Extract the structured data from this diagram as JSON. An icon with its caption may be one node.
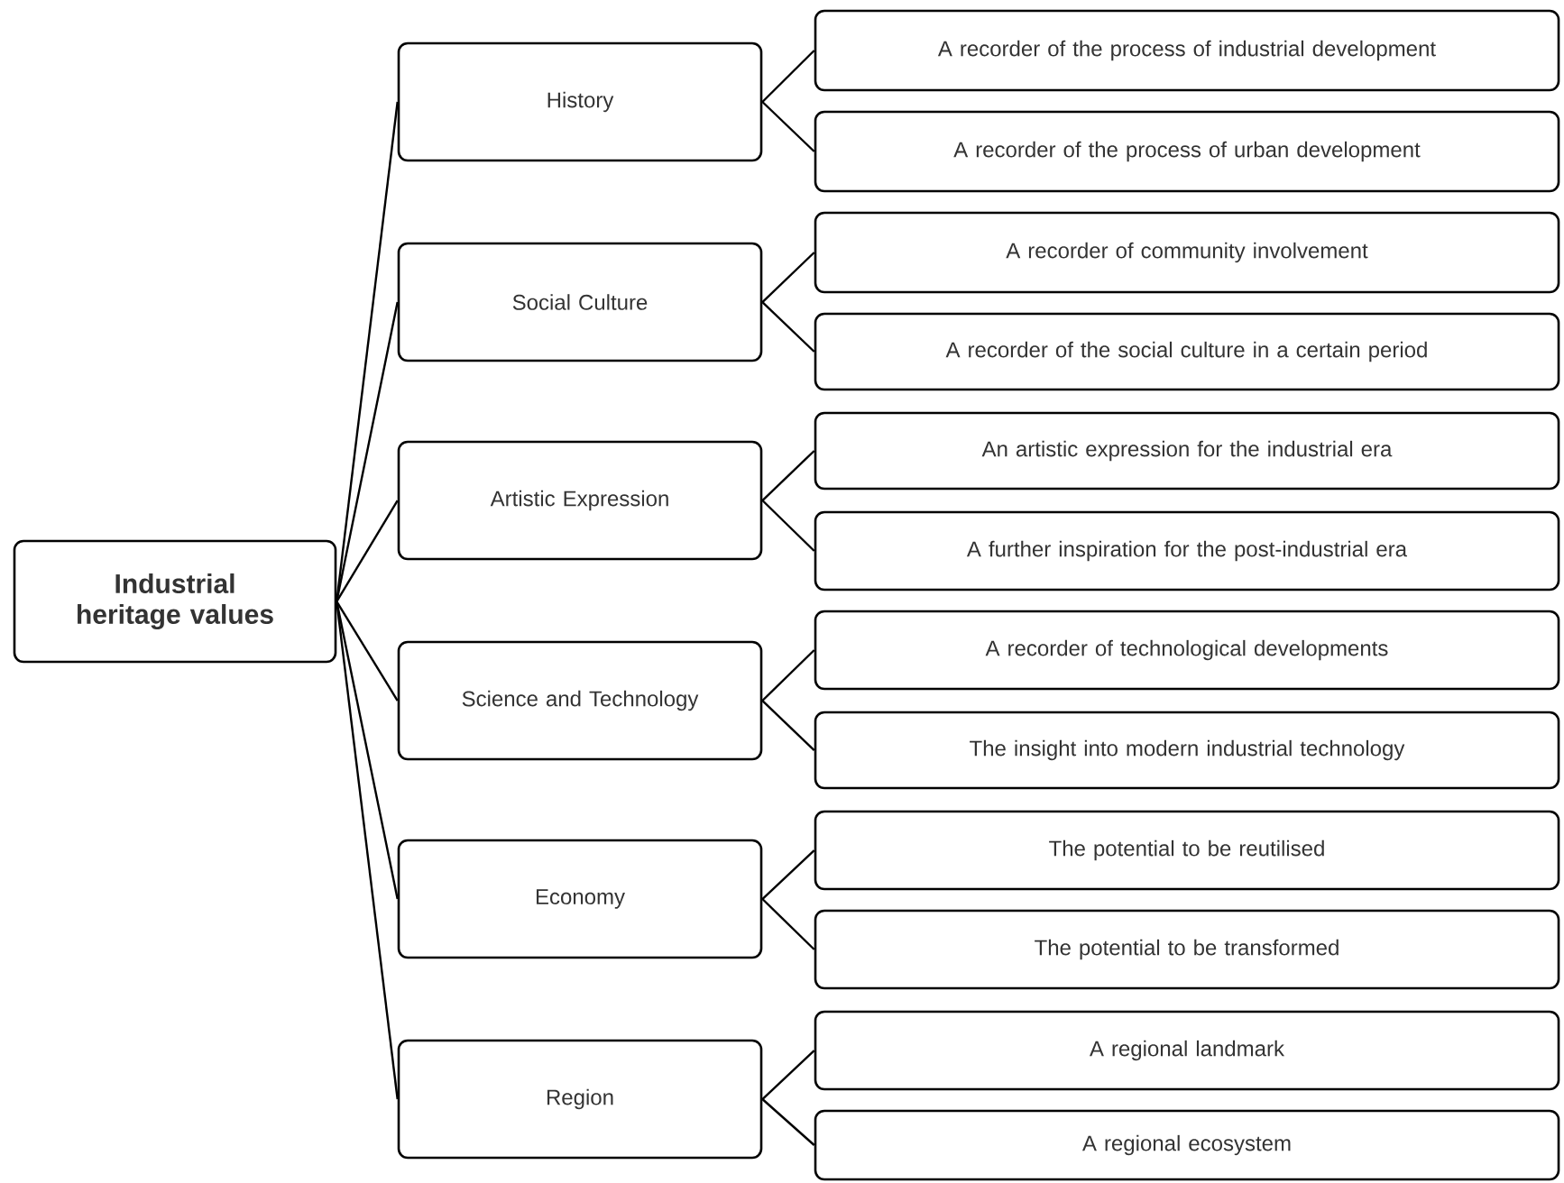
{
  "diagram": {
    "nodes": [
      {
        "text": [
          "Industrial heritage values"
        ]
      },
      {
        "text": [
          "History"
        ]
      },
      {
        "text": [
          "A recorder of the process of industrial development"
        ]
      },
      {
        "text": [
          "A recorder of the process of urban development"
        ]
      },
      {
        "text": [
          "Social Culture"
        ]
      },
      {
        "text": [
          "A recorder of community involvement"
        ]
      },
      {
        "text": [
          "A recorder of the social culture in a certain period"
        ]
      },
      {
        "text": [
          "Artistic Expression"
        ]
      },
      {
        "text": [
          "An artistic expression for the industrial era"
        ]
      },
      {
        "text": [
          "A further inspiration for the post-industrial era"
        ]
      },
      {
        "text": [
          "Science and Technology"
        ]
      },
      {
        "text": [
          "A recorder of technological developments"
        ]
      },
      {
        "text": [
          "The insight into modern industrial technology"
        ]
      },
      {
        "text": [
          "Economy"
        ]
      },
      {
        "text": [
          "The potential to be reutilised"
        ]
      },
      {
        "text": [
          "The potential to be transformed"
        ]
      },
      {
        "text": [
          "Region"
        ]
      },
      {
        "text": [
          "A regional landmark"
        ]
      },
      {
        "text": [
          "A regional ecosystem"
        ]
      }
    ],
    "edges": [
      {
        "from": 0,
        "to": 1,
        "arrow": "none"
      },
      {
        "from": 0,
        "to": 4,
        "arrow": "none"
      },
      {
        "from": 0,
        "to": 7,
        "arrow": "none"
      },
      {
        "from": 0,
        "to": 10,
        "arrow": "none"
      },
      {
        "from": 0,
        "to": 13,
        "arrow": "none"
      },
      {
        "from": 0,
        "to": 16,
        "arrow": "none"
      },
      {
        "from": 1,
        "to": 2,
        "arrow": "none"
      },
      {
        "from": 1,
        "to": 3,
        "arrow": "none"
      },
      {
        "from": 4,
        "to": 5,
        "arrow": "none"
      },
      {
        "from": 4,
        "to": 6,
        "arrow": "none"
      },
      {
        "from": 7,
        "to": 8,
        "arrow": "none"
      },
      {
        "from": 7,
        "to": 9,
        "arrow": "none"
      },
      {
        "from": 10,
        "to": 11,
        "arrow": "none"
      },
      {
        "from": 10,
        "to": 12,
        "arrow": "none"
      },
      {
        "from": 13,
        "to": 14,
        "arrow": "none"
      },
      {
        "from": 13,
        "to": 15,
        "arrow": "none"
      },
      {
        "from": 16,
        "to": 17,
        "arrow": "none"
      },
      {
        "from": 16,
        "to": 18,
        "arrow": "none"
      }
    ]
  }
}
